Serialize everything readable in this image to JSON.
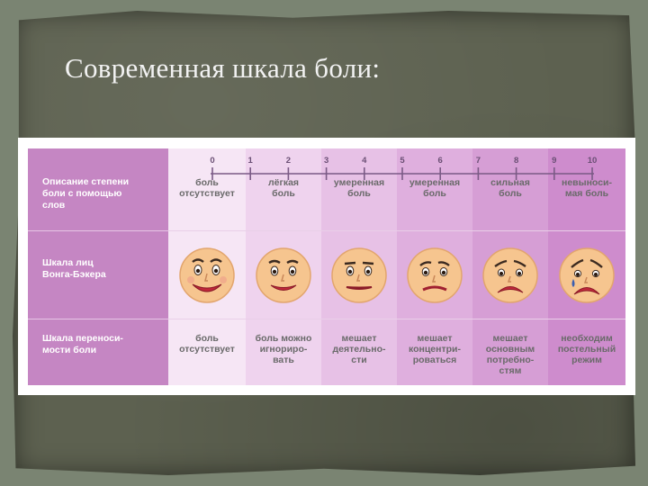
{
  "title": "Современная шкала боли:",
  "table": {
    "row_headers": [
      [
        "Описание степени",
        "боли с помощью",
        "слов"
      ],
      [
        "Шкала лиц",
        "Вонга-Бэкера"
      ],
      [
        "Шкала переноси-",
        "мости боли"
      ]
    ],
    "scale_numbers": [
      "0",
      "1",
      "2",
      "3",
      "4",
      "5",
      "6",
      "7",
      "8",
      "9",
      "10"
    ],
    "words": [
      [
        "боль",
        "отсутствует"
      ],
      [
        "лёгкая",
        "боль"
      ],
      [
        "умеренная",
        "боль"
      ],
      [
        "умеренная",
        "боль"
      ],
      [
        "сильная",
        "боль"
      ],
      [
        "невыноси-",
        "мая боль"
      ]
    ],
    "tolerance": [
      [
        "боль",
        "отсутствует"
      ],
      [
        "боль можно",
        "игнориро-",
        "вать"
      ],
      [
        "мешает",
        "деятельно-",
        "сти"
      ],
      [
        "мешает",
        "концентри-",
        "роваться"
      ],
      [
        "мешает",
        "основным",
        "потребно-",
        "стям"
      ],
      [
        "необходим",
        "постельный",
        "режим"
      ]
    ],
    "faces": [
      "face-0-icon",
      "face-2-icon",
      "face-4-icon",
      "face-6-icon",
      "face-8-icon",
      "face-10-icon"
    ]
  },
  "colors": {
    "header": "#c586c3",
    "columns": [
      "#f6e6f5",
      "#efd3ee",
      "#e7c1e6",
      "#dfafde",
      "#d69ed5",
      "#ce8ccd"
    ],
    "face": "#f6c58f"
  }
}
